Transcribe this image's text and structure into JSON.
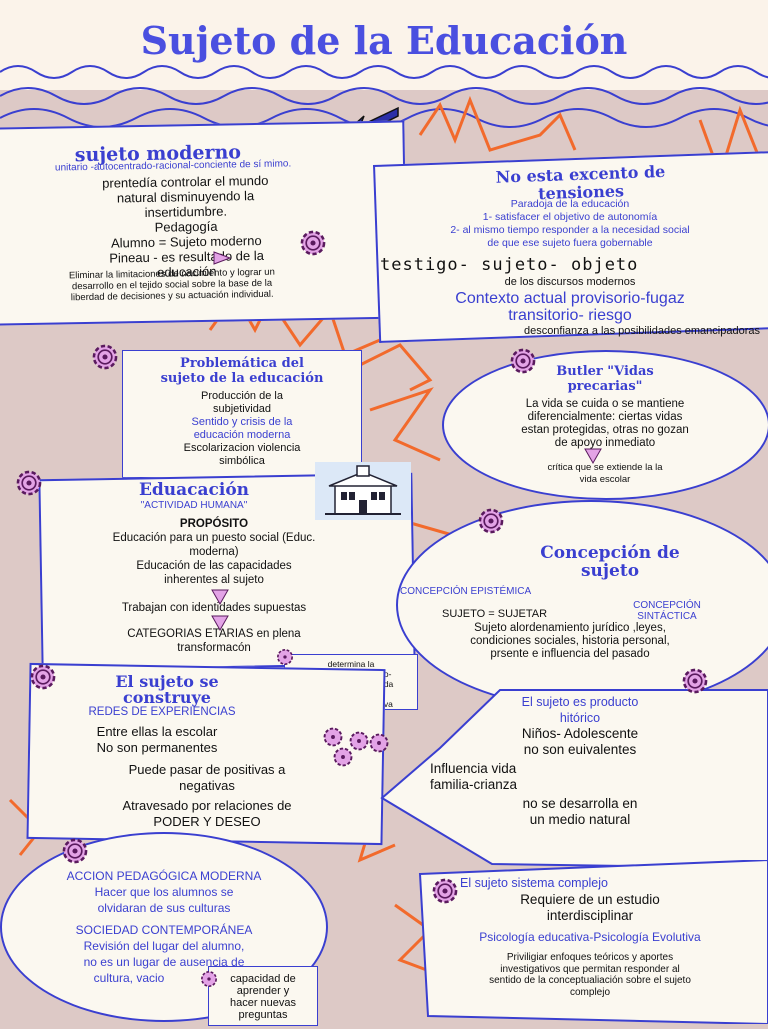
{
  "title": "Sujeto de la Educación",
  "colors": {
    "blue": "#3a3fd0",
    "bg": "#ddc9c6",
    "card": "#fbf8f0",
    "orange": "#f26a2c",
    "pink": "#e3a3e6",
    "gear_stroke": "#5a1a5e"
  },
  "moderno": {
    "title": "sujeto moderno",
    "subtitle": "unitario -autocentrado-racional-conciente de sí mimo.",
    "l1": "prentedía controlar el mundo",
    "l2": "natural disminuyendo la",
    "l3": "insertidumbre.",
    "l4": "Pedagogía",
    "l5": "Alumno = Sujeto moderno",
    "l6": "Pineau - es resultado de la",
    "l7": "educación",
    "l8": "Eliminar la limitaciones de nacimiento y lograr un",
    "l9": "desarrollo en el tejido social sobre la base de la",
    "l10": "liberdad de decisiones y su actuación individual."
  },
  "tensiones": {
    "title1": "No esta excento de",
    "title2": "tensiones",
    "l1": "Paradoja de la educación",
    "l2": "1- satisfacer el objetivo de autonomía",
    "l3": "2- al mismo tiempo responder a la necesidad social",
    "l4": "de que ese sujeto fuera gobernable",
    "l5": "testigo- sujeto- objeto",
    "l6": "de los discursos modernos",
    "l7": "Contexto actual provisorio-fugaz",
    "l8": "transitorio- riesgo",
    "l9": "desconfianza a las posibilidades emancipadoras"
  },
  "problematica": {
    "title1": "Problemática del",
    "title2": "sujeto de la educación",
    "l1": "Producción de la",
    "l2": "subjetividad",
    "l3": "Sentido y crisis de la",
    "l4": "educación moderna",
    "l5": "Escolarizacion  violencia",
    "l6": "simbólica"
  },
  "butler": {
    "title1": "Butler \"Vidas",
    "title2": "precarias\"",
    "l1": "La vida se cuida o se mantiene",
    "l2": "diferencialmente: ciertas vidas",
    "l3": "estan protegidas, otras no gozan",
    "l4": "de apoyo inmediato",
    "l5": "crítica que se extiende la la",
    "l6": "vida escolar"
  },
  "educacion": {
    "title": "Eduacación",
    "subtitle": "\"ACTIVIDAD HUMANA\"",
    "l1": "PROPÓSITO",
    "l2": "Educación para un puesto social (Educ.",
    "l3": "moderna)",
    "l4": "Educación de las capacidades",
    "l5": "inherentes al sujeto",
    "l6": "Trabajan con identidades supuestas",
    "l7": "CATEGORIAS ETARIAS en plena",
    "l8": "transformacón"
  },
  "concepcion": {
    "title1": "Concepción de",
    "title2": "sujeto",
    "l1": "CONCEPCIÓN  EPISTÉMICA",
    "l2": "CONCEPCIÓN",
    "l3": "SINTÁCTICA",
    "l4": "SUJETO = SUJETAR",
    "l5": "Sujeto alordenamiento jurídico ,leyes,",
    "l6": "condiciones sociales, historia personal,",
    "l7": "prsente e influencia del pasado"
  },
  "nota1": {
    "l1": "determina la",
    "l2": "condición de alumno-",
    "l3": "influencia naturalizada",
    "l4": "y normalizada -",
    "l5": "construcción subjetiva"
  },
  "construye": {
    "title1": "El sujeto se",
    "title2": "construye",
    "l1": "REDES DE EXPERIENCIAS",
    "l2": "Entre ellas la escolar",
    "l3": "No son permanentes",
    "l4": "Puede pasar de positivas a",
    "l5": "negativas",
    "l6": "Atravesado por relaciones de",
    "l7": "PODER Y DESEO"
  },
  "historico": {
    "title1": "El sujeto es producto",
    "title2": "hitórico",
    "l1": "Niños- Adolescente",
    "l2": "no son euivalentes",
    "l3": "Influencia vida",
    "l4": "familia-crianza",
    "l5": "no se desarrolla en",
    "l6": "un medio natural"
  },
  "accion": {
    "l1": "ACCION PEDAGÓGICA MODERNA",
    "l2": "Hacer que los alumnos se",
    "l3": "olvidaran de sus culturas",
    "l4": "SOCIEDAD CONTEMPORÁNEA",
    "l5": "Revisión del lugar del alumno,",
    "l6": "no es un lugar de ausencia de",
    "l7": "cultura, vacio"
  },
  "nota2": {
    "l1": "capacidad de",
    "l2": "aprender y",
    "l3": "hacer nuevas",
    "l4": "preguntas"
  },
  "complejo": {
    "title": "El sujeto sistema complejo",
    "l1": "Requiere de un estudio",
    "l2": "interdisciplinar",
    "l3": "Psicología educativa-Psicología Evolutiva",
    "l4": "Priviligiar enfoques teóricos y aportes",
    "l5": "investigativos que permitan responder al",
    "l6": "sentido de la conceptualiación sobre el sujeto",
    "l7": "complejo"
  }
}
